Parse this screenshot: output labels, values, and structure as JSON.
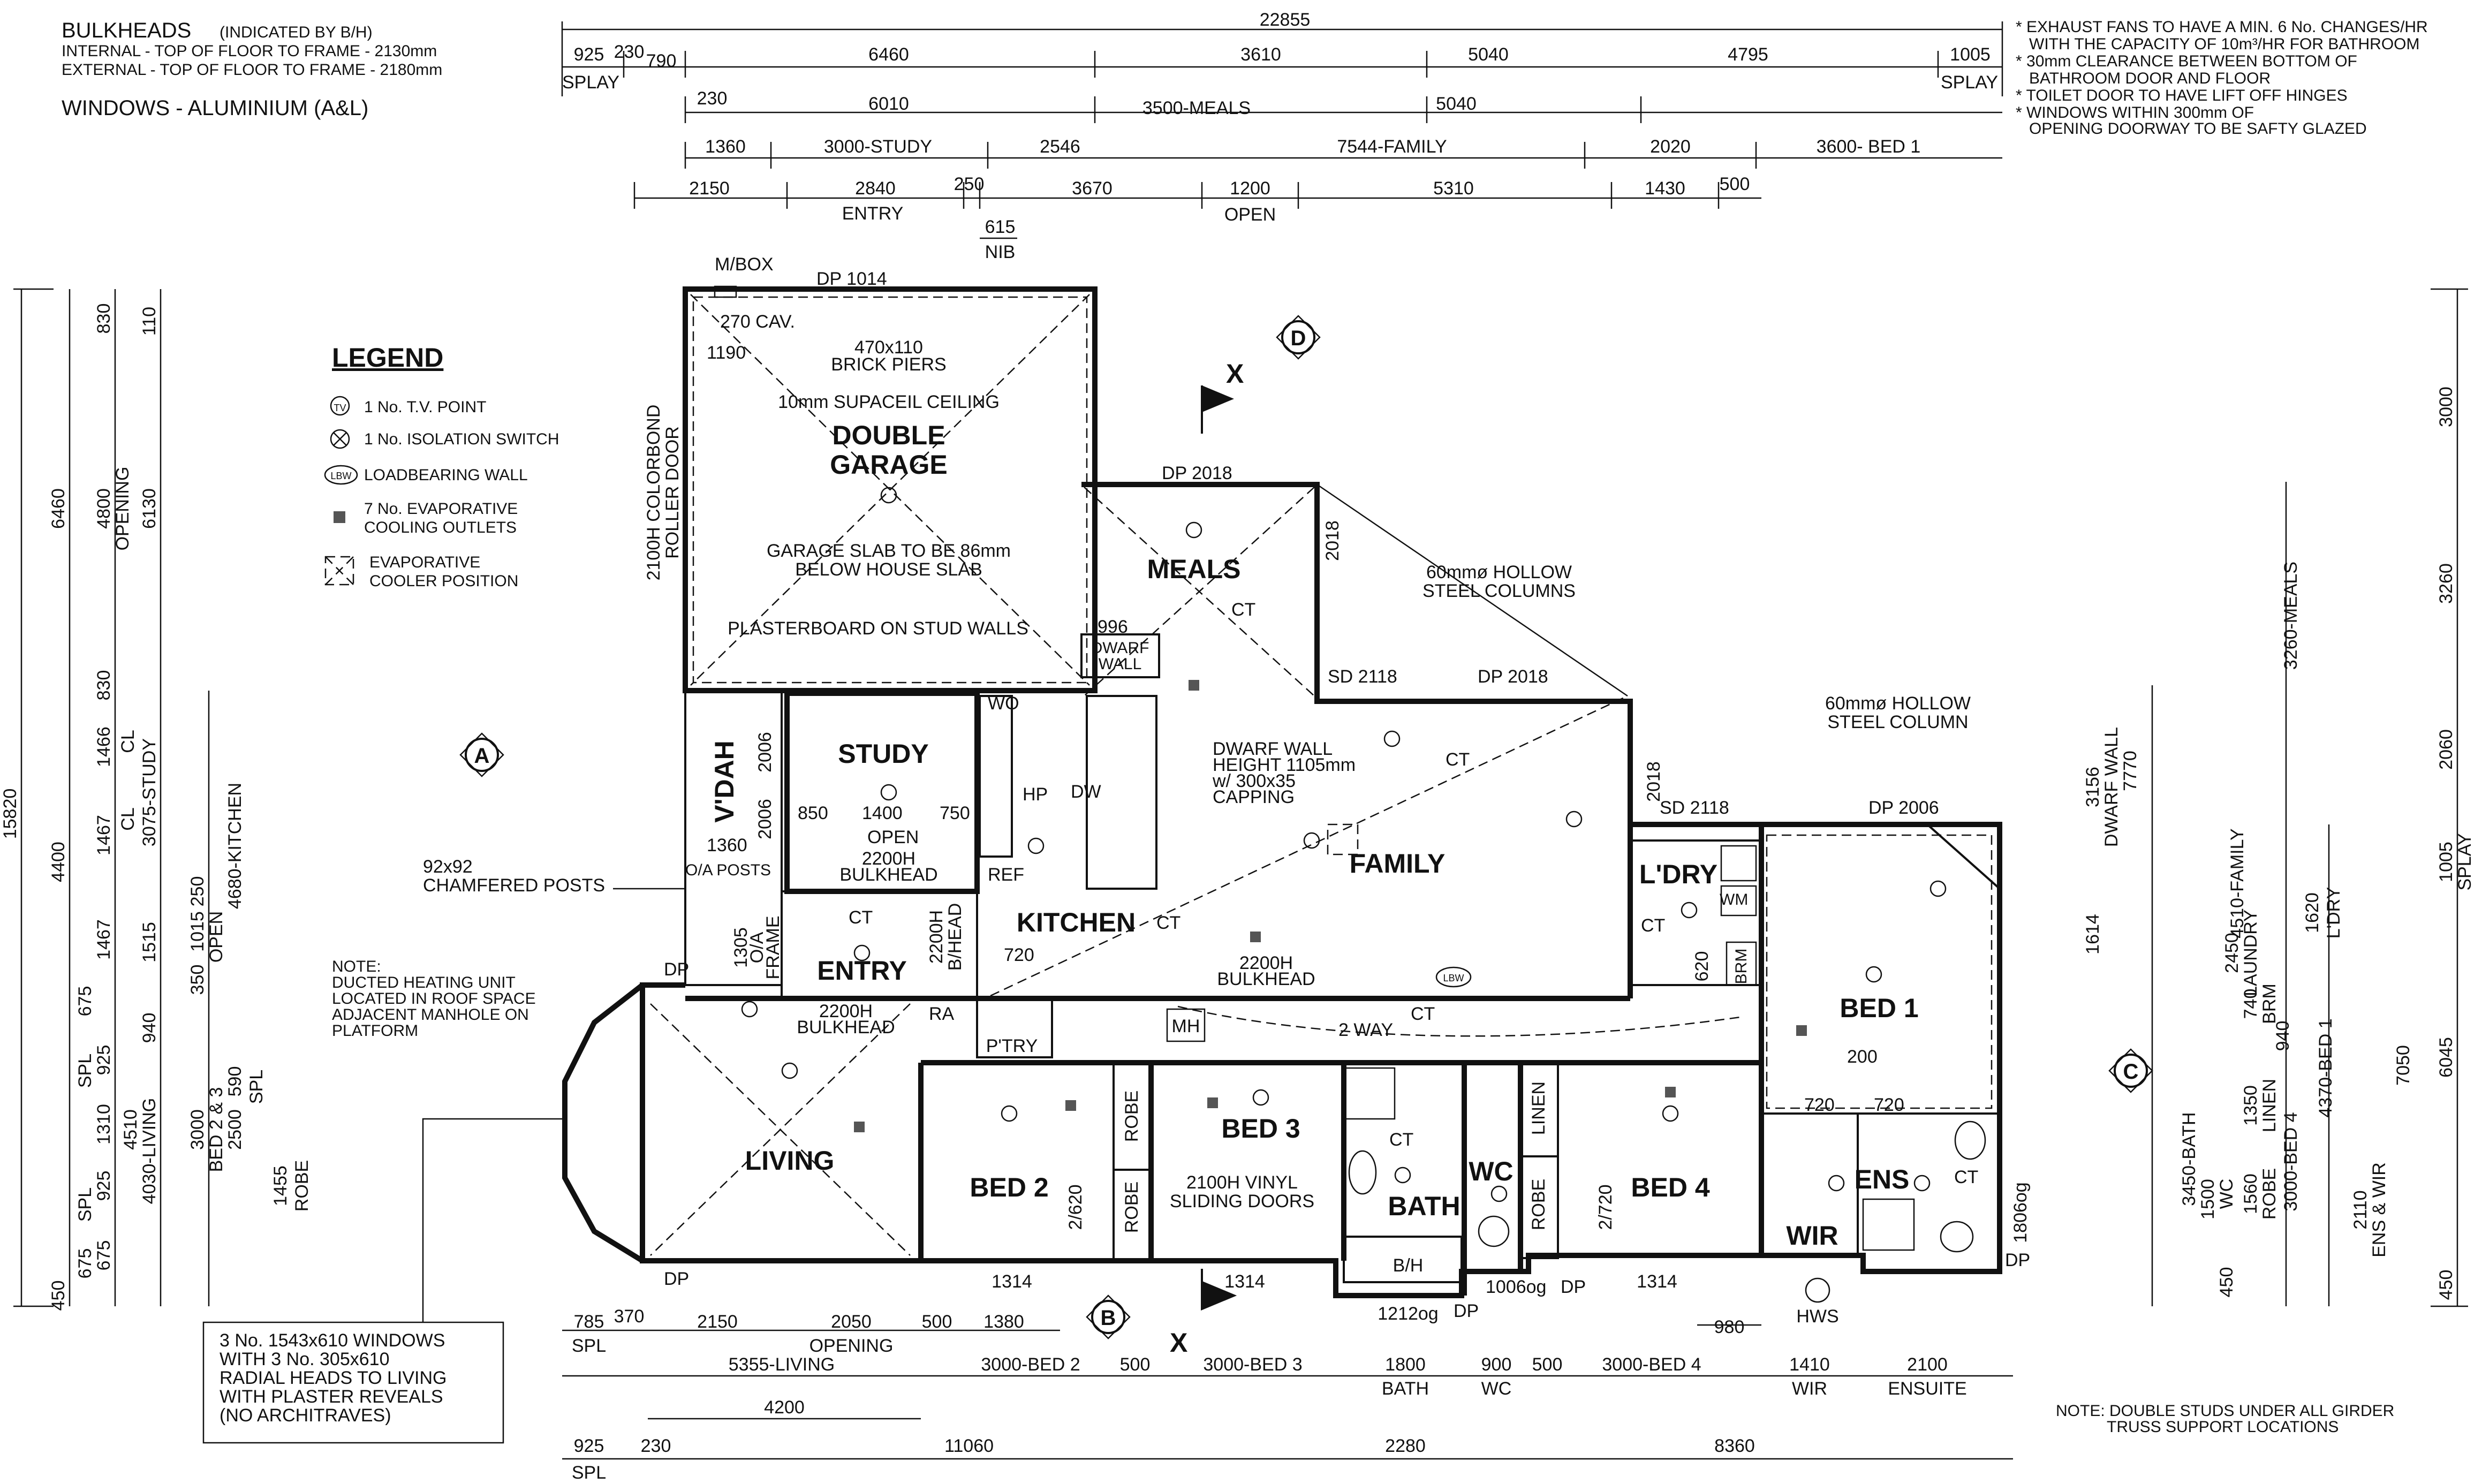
{
  "notes_top_left": {
    "bulkheads_title": "BULKHEADS",
    "bulkheads_sub": "(INDICATED BY B/H)",
    "internal": "INTERNAL - TOP OF FLOOR TO FRAME - 2130mm",
    "external": "EXTERNAL - TOP OF FLOOR TO FRAME - 2180mm",
    "windows": "WINDOWS - ALUMINIUM (A&L)"
  },
  "notes_top_right": [
    "* EXHAUST FANS TO HAVE A MIN. 6 No. CHANGES/HR",
    "WITH THE CAPACITY OF 10m³/HR FOR BATHROOM",
    "* 30mm CLEARANCE BETWEEN BOTTOM OF",
    "BATHROOM DOOR AND FLOOR",
    "* TOILET DOOR TO HAVE LIFT OFF HINGES",
    "* WINDOWS WITHIN 300mm OF",
    "OPENING DOORWAY TO BE SAFTY GLAZED"
  ],
  "legend": {
    "title": "LEGEND",
    "items": [
      "1 No. T.V. POINT",
      "1 No. ISOLATION SWITCH",
      "LOADBEARING WALL",
      "7 No. EVAPORATIVE",
      "COOLING OUTLETS",
      "EVAPORATIVE",
      "COOLER POSITION"
    ],
    "tv_sym": "TV",
    "lbw_sym": "LBW"
  },
  "rooms": {
    "garage": [
      "DOUBLE",
      "GARAGE"
    ],
    "meals": "MEALS",
    "study": "STUDY",
    "vdah": "V'DAH",
    "family": "FAMILY",
    "kitchen": "KITCHEN",
    "entry": "ENTRY",
    "ldry": "L'DRY",
    "bed1": "BED 1",
    "living": "LIVING",
    "bed2": "BED 2",
    "bed3": "BED 3",
    "bath": "BATH",
    "wc": "WC",
    "bed4": "BED 4",
    "wir": "WIR",
    "ens": "ENS",
    "ptry": "P'TRY"
  },
  "plan_notes": {
    "mbox": "M/BOX",
    "cav": "270 CAV.",
    "dp1014": "DP 1014",
    "brick_piers": [
      "470x110",
      "BRICK PIERS"
    ],
    "supaceil": "10mm SUPACEIL CEILING",
    "garage_slab": [
      "GARAGE SLAB TO BE 86mm",
      "BELOW HOUSE SLAB"
    ],
    "plasterboard": "PLASTERBOARD ON STUD WALLS",
    "roller_door": [
      "2100H COLORBOND",
      "ROLLER DOOR"
    ],
    "n1190": "1190",
    "dp2018_top": "DP   2018",
    "n2018_v": "2018",
    "hollow_cols": [
      "60mmø HOLLOW",
      "STEEL COLUMNS"
    ],
    "hollow_col": [
      "60mmø HOLLOW",
      "STEEL COLUMN"
    ],
    "n996": "996",
    "dwarf_wall_small": [
      "DWARF",
      "WALL"
    ],
    "sd2118": "SD 2118",
    "dp2018_mid": "DP   2018",
    "sd2118_b": "SD 2118",
    "dp2006": "DP 2006",
    "dwarf_wall": [
      "DWARF WALL",
      "HEIGHT 1105mm",
      "w/ 300x35",
      "CAPPING"
    ],
    "ct": "CT",
    "study_dims": [
      "850",
      "1400",
      "750"
    ],
    "study_opening": "OPEN",
    "study_bulk": [
      "2200H",
      "BULKHEAD"
    ],
    "n1360": "1360",
    "n2006a": "2006",
    "n2006b": "2006",
    "wo": "WO",
    "hp": "HP",
    "dw": "DW",
    "ref": "REF",
    "posts": [
      "92x92",
      "CHAMFERED POSTS"
    ],
    "ac_posts": "O/A POSTS",
    "frame": [
      "1305",
      "O/A",
      "FRAME"
    ],
    "bhead": [
      "2200H",
      "B/HEAD"
    ],
    "n720k": "720",
    "bulk2200": [
      "2200H",
      "BULKHEAD"
    ],
    "living_bulk": [
      "2200H",
      "BULKHEAD"
    ],
    "ra": "RA",
    "mh": "MH",
    "twoway": "2 WAY",
    "n620": "620",
    "wm": "WM",
    "brm": "BRM",
    "n200": "200",
    "n720a": "720",
    "n720b": "720",
    "n1806": "1806og",
    "robe": "ROBE",
    "linen": "LINEN",
    "n2620": "2/620",
    "n2720": "2/720",
    "vinyl": [
      "2100H VINYL",
      "SLIDING DOORS"
    ],
    "bh": "B/H",
    "n1212": "1212og",
    "n1006": "1006og",
    "dp": "DP",
    "n1314a": "1314",
    "n1314b": "1314",
    "n1314c": "1314",
    "hws": "HWS",
    "n980": "980",
    "heating": [
      "NOTE:",
      "DUCTED HEATING UNIT",
      "LOCATED IN ROOF SPACE",
      "ADJACENT MANHOLE ON",
      "PLATFORM"
    ],
    "windows_box": [
      "3 No. 1543x610 WINDOWS",
      "WITH 3 No. 305x610",
      "RADIAL HEADS TO LIVING",
      "WITH PLASTER REVEALS",
      "(NO ARCHITRAVES)"
    ],
    "double_studs": [
      "NOTE: DOUBLE STUDS UNDER ALL GIRDER",
      "TRUSS SUPPORT LOCATIONS"
    ],
    "section_x": "X",
    "mark_a": "A",
    "mark_b": "B",
    "mark_c": "C",
    "mark_d": "D"
  },
  "dims_top": {
    "overall": "22855",
    "row1": [
      "925",
      "230",
      "790",
      "6460",
      "3610",
      "5040",
      "4795",
      "1005"
    ],
    "splay": "SPLAY",
    "row2": [
      "230",
      "6010",
      "3500-MEALS",
      "5040"
    ],
    "row3": [
      "1360",
      "3000-STUDY",
      "2546",
      "7544-FAMILY",
      "2020",
      "3600- BED 1"
    ],
    "row4": [
      "2150",
      "2840",
      "250",
      "3670",
      "1200",
      "5310",
      "1430",
      "500"
    ],
    "row4_sub": [
      "ENTRY",
      "OPEN"
    ],
    "nib": [
      "615",
      "NIB"
    ]
  },
  "dims_bottom": {
    "row1": [
      "785",
      "370",
      "2150",
      "2050",
      "500",
      "1380"
    ],
    "row1_sub": [
      "SPL",
      "OPENING"
    ],
    "row2": [
      "5355-LIVING",
      "3000-BED 2",
      "500",
      "3000-BED 3",
      "1800",
      "900",
      "500",
      "3000-BED 4",
      "1410",
      "2100"
    ],
    "row2_sub": [
      "BATH",
      "WC",
      "WIR",
      "ENSUITE"
    ],
    "row3": "4200",
    "row4": [
      "925",
      "230",
      "11060",
      "2280",
      "8360"
    ],
    "row4_sub": "SPL"
  },
  "dims_left": {
    "overall": "15820",
    "col1": [
      "6460",
      "4400",
      "450"
    ],
    "col2": [
      "830",
      "4800",
      "830",
      "1466",
      "1467",
      "1467",
      "925",
      "1310",
      "925",
      "675"
    ],
    "col2_sub": [
      "OPENING",
      "SPL",
      "SPL"
    ],
    "col3": [
      "110",
      "6130",
      "3075-STUDY",
      "1515",
      "940",
      "4510",
      "4030-LIVING",
      "675"
    ],
    "col3_sub": [
      "CL",
      "CL"
    ],
    "col4": [
      "4680-KITCHEN",
      "250",
      "1015",
      "350",
      "3000",
      "BED 2 & 3",
      "2500",
      "590",
      "1455"
    ],
    "col4_sub": [
      "OPEN",
      "SPL",
      "ROBE"
    ]
  },
  "dims_right": {
    "col1": [
      "3156",
      "DWARF WALL",
      "1614",
      "3450-BATH",
      "1500",
      "WC",
      "450"
    ],
    "col2": [
      "7770",
      "3260-MEALS",
      "4510-FAMILY",
      "2450",
      "LAUNDRY",
      "740",
      "BRM",
      "940",
      "1350",
      "LINEN",
      "1560",
      "ROBE",
      "3000-BED 4"
    ],
    "col3": [
      "1620",
      "L'DRY",
      "4370-BED 1",
      "2110",
      "ENS & WIR"
    ],
    "col4": [
      "3000",
      "3260",
      "2060",
      "7050",
      "1005",
      "SPLAY",
      "6045",
      "450"
    ]
  }
}
